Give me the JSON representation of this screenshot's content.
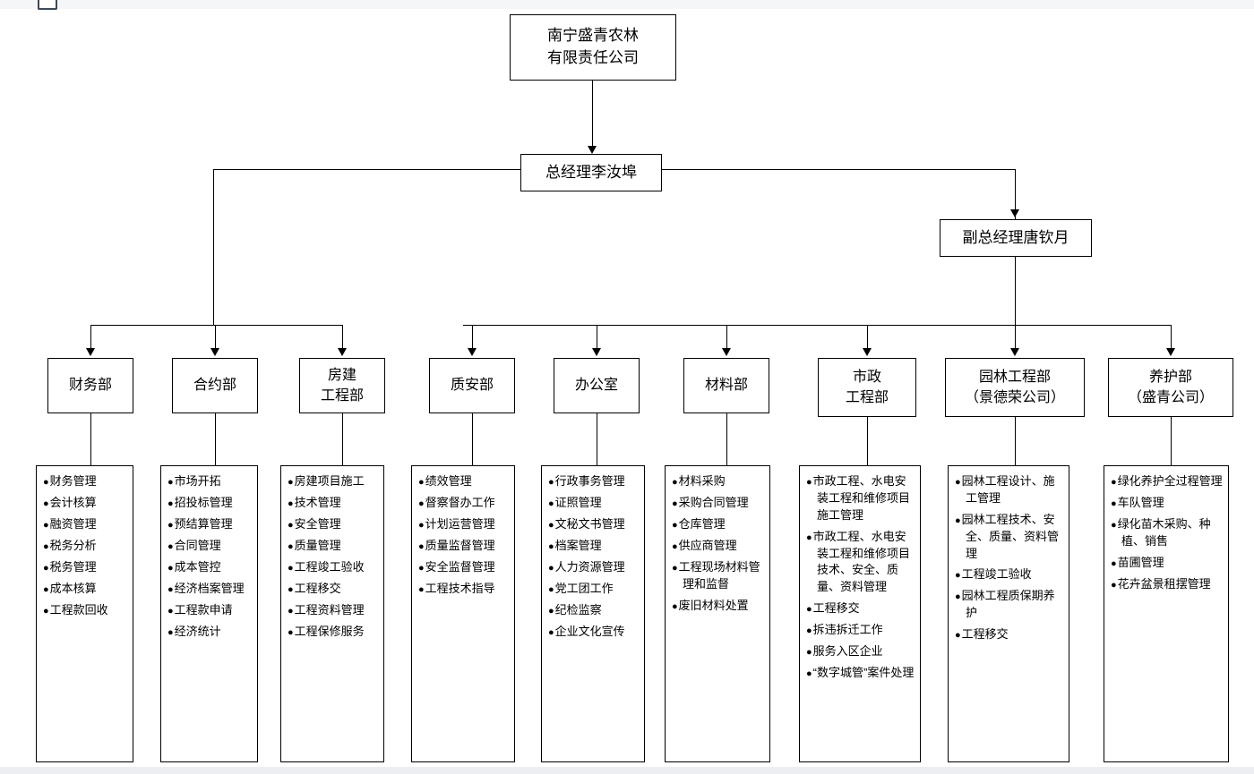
{
  "chart": {
    "type": "org-chart",
    "root": {
      "label": "南宁盛青农林\n有限责任公司"
    },
    "general_manager": {
      "label": "总经理李汝埠"
    },
    "deputy_manager": {
      "label": "副总经理唐钦月"
    },
    "departments": [
      {
        "name": "财务部",
        "reports_to": "总经理李汝埠",
        "duties": [
          "财务管理",
          "会计核算",
          "融资管理",
          "税务分析",
          "税务管理",
          "成本核算",
          "工程款回收"
        ]
      },
      {
        "name": "合约部",
        "reports_to": "总经理李汝埠",
        "duties": [
          "市场开拓",
          "招投标管理",
          "预结算管理",
          "合同管理",
          "成本管控",
          "经济档案管理",
          "工程款申请",
          "经济统计"
        ]
      },
      {
        "name": "房建\n工程部",
        "reports_to": "总经理李汝埠",
        "duties": [
          "房建项目施工",
          "技术管理",
          "安全管理",
          "质量管理",
          "工程竣工验收",
          "工程移交",
          "工程资料管理",
          "工程保修服务"
        ]
      },
      {
        "name": "质安部",
        "reports_to": "副总经理唐钦月",
        "duties": [
          "绩效管理",
          "督察督办工作",
          "计划运营管理",
          "质量监督管理",
          "安全监督管理",
          "工程技术指导"
        ]
      },
      {
        "name": "办公室",
        "reports_to": "副总经理唐钦月",
        "duties": [
          "行政事务管理",
          "证照管理",
          "文秘文书管理",
          "档案管理",
          "人力资源管理",
          "党工团工作",
          "纪检监察",
          "企业文化宣传"
        ]
      },
      {
        "name": "材料部",
        "reports_to": "副总经理唐钦月",
        "duties": [
          "材料采购",
          "采购合同管理",
          "仓库管理",
          "供应商管理",
          "工程现场材料管理和监督",
          "废旧材料处置"
        ]
      },
      {
        "name": "市政\n工程部",
        "reports_to": "副总经理唐钦月",
        "duties": [
          "市政工程、水电安装工程和维修项目施工管理",
          "市政工程、水电安装工程和维修项目技术、安全、质量、资料管理",
          "工程移交",
          "拆违拆迁工作",
          "服务入区企业",
          "“数字城管”案件处理"
        ]
      },
      {
        "name": "园林工程部\n（景德荣公司）",
        "reports_to": "副总经理唐钦月",
        "duties": [
          "园林工程设计、施工管理",
          "园林工程技术、安全、质量、资料管理",
          "工程竣工验收",
          "园林工程质保期养护",
          "工程移交"
        ]
      },
      {
        "name": "养护部\n（盛青公司）",
        "reports_to": "副总经理唐钦月",
        "duties": [
          "绿化养护全过程管理",
          "车队管理",
          "绿化苗木采购、种植、销售",
          "苗圃管理",
          "花卉盆景租摆管理"
        ]
      }
    ]
  }
}
